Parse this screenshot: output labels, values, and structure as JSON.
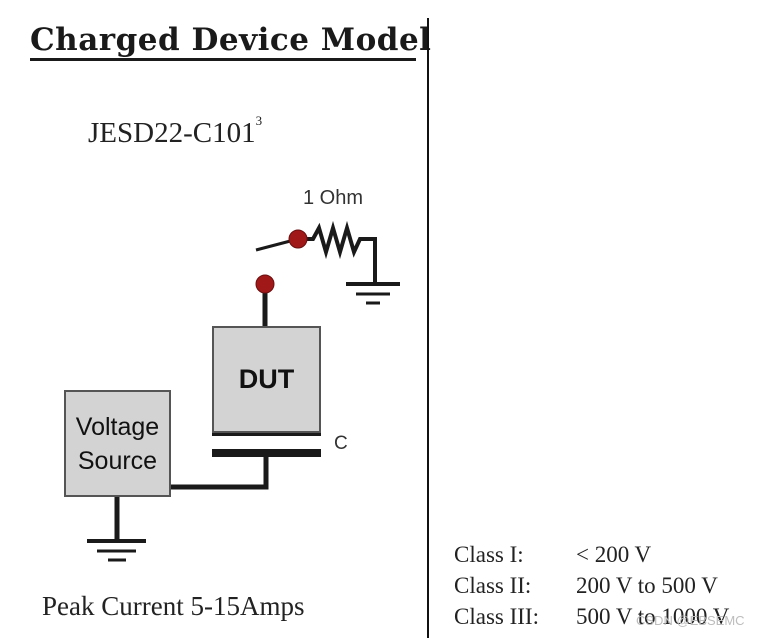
{
  "title": "Charged Device Model",
  "standard": {
    "name": "JESD22-C101",
    "superscript": "3"
  },
  "circuit": {
    "resistor_label": "1 Ohm",
    "dut_label": "DUT",
    "voltage_source_label_line1": "Voltage",
    "voltage_source_label_line2": "Source",
    "capacitor_label": "C"
  },
  "peak_current": "Peak Current 5-15Amps",
  "classes": [
    {
      "name": "Class I:",
      "range": "< 200 V"
    },
    {
      "name": "Class II:",
      "range": "200 V to 500 V"
    },
    {
      "name": "Class III:",
      "range": "500 V to 1000 V"
    }
  ],
  "watermark": "CSDN @EBSEMC",
  "colors": {
    "contact": "#a01818",
    "box_fill": "#d3d3d3",
    "ink": "#1a1a1a"
  }
}
